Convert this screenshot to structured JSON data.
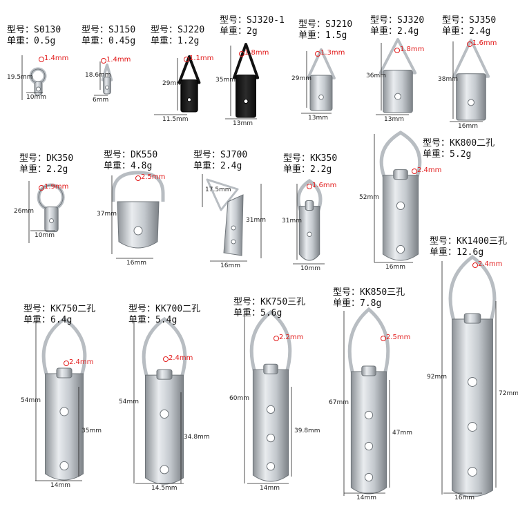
{
  "labels": {
    "model": "型号：",
    "weight": "单重："
  },
  "products": [
    {
      "model": "S0130",
      "weight": "0.5g",
      "wire": "1.4mm",
      "height": "19.5mm",
      "width": "10mm",
      "finish": "silver",
      "shape": "ring"
    },
    {
      "model": "SJ150",
      "weight": "0.45g",
      "wire": "1.4mm",
      "height": "18.6mm",
      "width": "6mm",
      "finish": "silver",
      "shape": "tri"
    },
    {
      "model": "SJ220",
      "weight": "1.2g",
      "wire": "1.1mm",
      "height": "29mm",
      "width": "11.5mm",
      "finish": "black",
      "shape": "tri"
    },
    {
      "model": "SJ320-1",
      "weight": "2g",
      "wire": "1.8mm",
      "height": "35mm",
      "width": "13mm",
      "finish": "black",
      "shape": "tri"
    },
    {
      "model": "SJ210",
      "weight": "1.5g",
      "wire": "1.3mm",
      "height": "29mm",
      "width": "13mm",
      "finish": "silver",
      "shape": "tri"
    },
    {
      "model": "SJ320",
      "weight": "2.4g",
      "wire": "1.8mm",
      "height": "36mm",
      "width": "13mm",
      "finish": "silver",
      "shape": "tri"
    },
    {
      "model": "SJ350",
      "weight": "2.4g",
      "wire": "1.6mm",
      "height": "38mm",
      "width": "16mm",
      "finish": "silver",
      "shape": "tri"
    },
    {
      "model": "DK350",
      "weight": "2.2g",
      "wire": "1.9mm",
      "height": "26mm",
      "width": "10mm",
      "finish": "silver",
      "shape": "ring"
    },
    {
      "model": "DK550",
      "weight": "4.8g",
      "wire": "2.5mm",
      "height": "37mm",
      "width": "16mm",
      "finish": "silver",
      "shape": "d"
    },
    {
      "model": "SJ700",
      "weight": "2.4g",
      "height": "31mm",
      "height2": "17.5mm",
      "width": "16mm",
      "finish": "silver",
      "shape": "angled"
    },
    {
      "model": "KK350",
      "weight": "2.2g",
      "wire": "1.6mm",
      "height": "31mm",
      "width": "10mm",
      "finish": "silver",
      "shape": "strap"
    },
    {
      "model": "KK800二孔",
      "weight": "5.2g",
      "wire": "2.4mm",
      "height": "52mm",
      "width": "16mm",
      "finish": "silver",
      "shape": "strap"
    },
    {
      "model": "KK1400三孔",
      "weight": "12.6g",
      "wire": "2.4mm",
      "height": "92mm",
      "height2": "72mm",
      "width": "16mm",
      "finish": "silver",
      "shape": "strap"
    },
    {
      "model": "KK750二孔",
      "weight": "6.4g",
      "wire": "2.4mm",
      "height": "54mm",
      "height2": "35mm",
      "width": "14mm",
      "finish": "silver",
      "shape": "strap"
    },
    {
      "model": "KK700二孔",
      "weight": "5.4g",
      "wire": "2.4mm",
      "height": "54mm",
      "height2": "34.8mm",
      "width": "14.5mm",
      "finish": "silver",
      "shape": "strap"
    },
    {
      "model": "KK750三孔",
      "weight": "5.6g",
      "wire": "2.2mm",
      "height": "60mm",
      "height2": "39.8mm",
      "width": "14mm",
      "finish": "silver",
      "shape": "strap"
    },
    {
      "model": "KK850三孔",
      "weight": "7.8g",
      "wire": "2.5mm",
      "height": "67mm",
      "height2": "47mm",
      "width": "14mm",
      "finish": "silver",
      "shape": "strap"
    }
  ]
}
